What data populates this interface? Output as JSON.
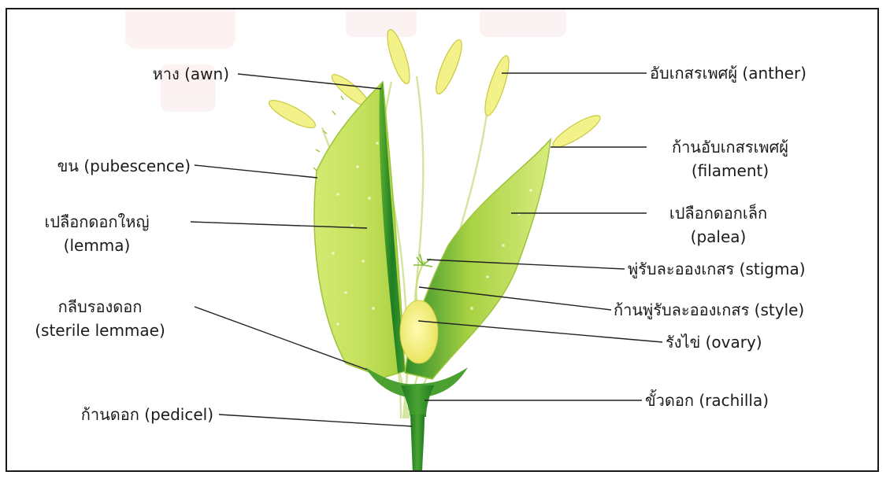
{
  "labels": {
    "awn": "หาง (awn)",
    "pubescence": "ขน (pubescence)",
    "lemma_th": "เปลือกดอกใหญ่",
    "lemma_en": "(lemma)",
    "sterile_th": "กลีบรองดอก",
    "sterile_en": "(sterile lemmae)",
    "pedicel": "ก้านดอก (pedicel)",
    "anther": "อับเกสรเพศผู้ (anther)",
    "filament_th": "ก้านอับเกสรเพศผู้",
    "filament_en": "(filament)",
    "palea_th": "เปลือกดอกเล็ก",
    "palea_en": "(palea)",
    "stigma": "พู่รับละอองเกสร (stigma)",
    "style": "ก้านพู่รับละอองเกสร (style)",
    "ovary": "รังไข่ (ovary)",
    "rachilla": "ขั้วดอก (rachilla)"
  },
  "colors": {
    "lemma_light": "#e2f08c",
    "lemma_mid": "#b9dc55",
    "lemma_dark": "#2f8d2a",
    "anther": "#f2f28e",
    "filament": "#d7e7a4",
    "stem": "#2f8a2a",
    "ovary": "#f4f07c",
    "leader": "#222222"
  }
}
